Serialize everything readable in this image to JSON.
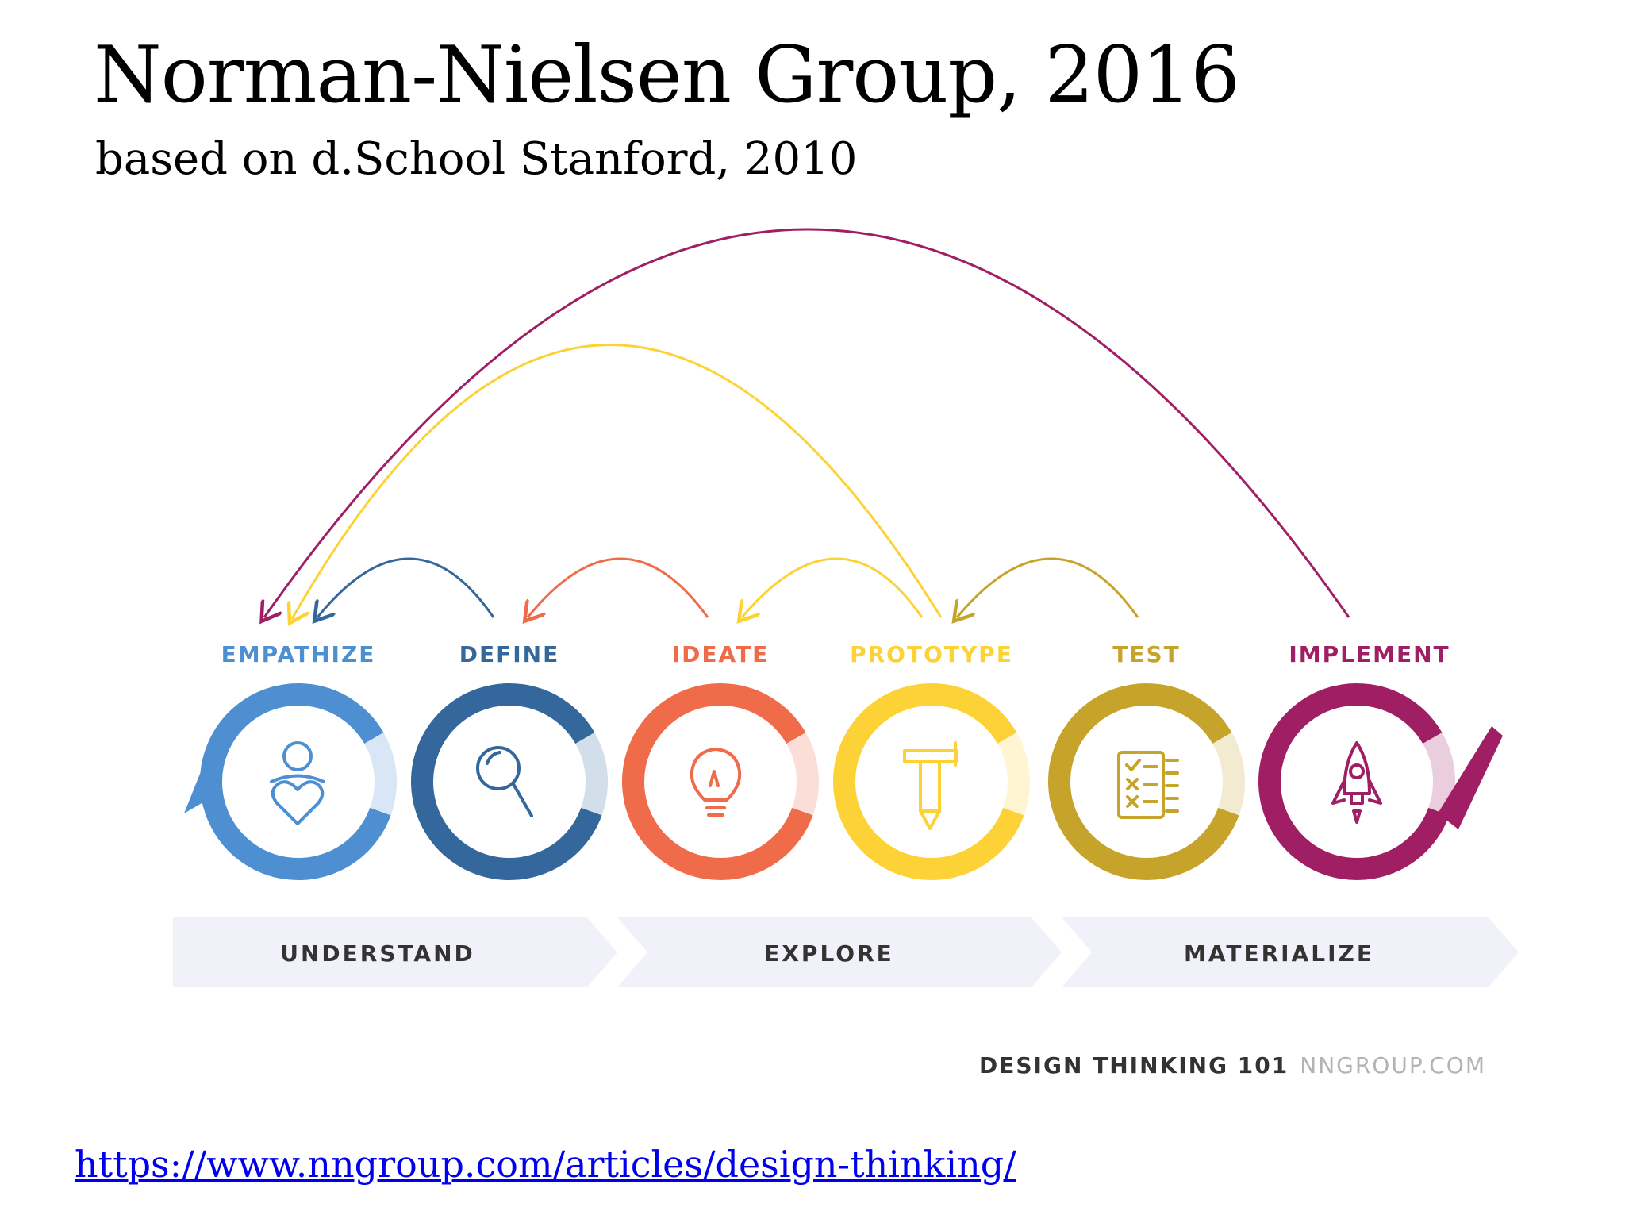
{
  "slide": {
    "title": "Norman-Nielsen Group, 2016",
    "subtitle": "based on d.School Stanford, 2010",
    "link": "https://www.nngroup.com/articles/design-thinking/"
  },
  "diagram": {
    "stages": [
      {
        "label": "EMPATHIZE",
        "color": "#4d8fd1",
        "icon": "person-heart-icon"
      },
      {
        "label": "DEFINE",
        "color": "#34679c",
        "icon": "magnifier-icon"
      },
      {
        "label": "IDEATE",
        "color": "#ef6b4a",
        "icon": "lightbulb-icon"
      },
      {
        "label": "PROTOTYPE",
        "color": "#fdd237",
        "icon": "hammer-pencil-icon"
      },
      {
        "label": "TEST",
        "color": "#c6a42c",
        "icon": "checklist-icon"
      },
      {
        "label": "IMPLEMENT",
        "color": "#a01f64",
        "icon": "rocket-icon"
      }
    ],
    "phases": [
      "UNDERSTAND",
      "EXPLORE",
      "MATERIALIZE"
    ],
    "credit_bold": "DESIGN THINKING 101",
    "credit_light": "NNGROUP.COM"
  }
}
